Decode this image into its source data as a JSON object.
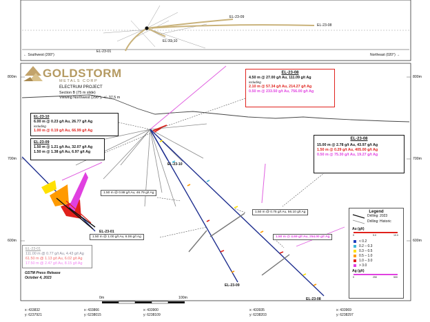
{
  "plan": {
    "hole_labels": [
      "EL-23-09",
      "EL-23-08",
      "EL-23-10",
      "EL-23-01"
    ],
    "southwest": "← Southwest (200°)",
    "northeast": "Northeast (020°) →"
  },
  "logo": {
    "name": "GOLDSTORM",
    "sub": "METALS CORP",
    "project": "ELECTRUM PROJECT",
    "section": "Section B (75 m slide)",
    "view": "Viewing Northwest (290°), +/- 37.5 m"
  },
  "elevations": [
    "800m",
    "700m",
    "600m",
    "800m",
    "700m",
    "600m"
  ],
  "boxes": {
    "el2308_top": {
      "title": "EL-23-08",
      "line1": "4.50 m @ 27.00 g/t Au, 111.09 g/t Ag",
      "including": "including",
      "line2": "2.10 m @ 57.34 g/t Au, 214.27 g/t Ag",
      "line3": "0.50 m @ 233.50 g/t Au, 756.00 g/t Ag"
    },
    "el2310": {
      "title": "EL-23-10",
      "line1": "6.00 m @ 0.23 g/t Au, 26.77 g/t Ag",
      "including": "including",
      "line2": "1.00 m @ 0.19 g/t Au, 66.99 g/t Ag"
    },
    "el2309": {
      "title": "EL-23-09",
      "line1": "1.50 m @ 1.21 g/t Au, 32.07 g/t Ag",
      "line2": "1.50 m @ 1.38 g/t Au, 6.97 g/t Ag"
    },
    "el2308_right": {
      "title": "EL-23-08",
      "line1": "15.00 m @ 2.78 g/t Au, 43.97 g/t Ag",
      "line2": "1.50 m @ 0.29 g/t Au, 405.00 g/t Ag",
      "line3": "0.50 m @ 75.30 g/t Au, 19.27 g/t Ag"
    },
    "el2301": {
      "title": "EL-23-01",
      "line1": "111.00 m @ 0.77 g/t Au, 4.43 g/t Ag",
      "line2": "61.50 m @ 1.13 g/t Au, 6.02 g/t Ag",
      "line3": "17.50 m @ 2.47 g/t Au, 8.15 g/t Ag",
      "press1": "GSTM Press Release",
      "press2": "October 4, 2023"
    }
  },
  "small_boxes": {
    "a": "1.50 m @ 0.88 g/t Au, 46.79 g/t Ag",
    "b": "1.50 m @ 0.75 g/t Au, 56.10 g/t Ag",
    "c": "1.50 m @ 1.00 g/t Au, 6.06 g/t Ag",
    "d": "1.50 m @ 4.69 g/t Au, 254.00 g/t Ag"
  },
  "section_labels": {
    "el2310": "EL-23-10",
    "el2301": "EL-23-01",
    "el2309": "EL-23-09",
    "el2308": "EL-23-08"
  },
  "scale": {
    "left": "0m",
    "right": "100m"
  },
  "legend": {
    "title": "Legend",
    "drill2023": "Drilling: 2023",
    "drillhist": "Drilling: Historic",
    "au_title": "Au (g/t)",
    "au_ticks": [
      "0",
      "5.0",
      "10.0"
    ],
    "ag_title": "Ag (g/t)",
    "ag_ticks": [
      "0",
      "250",
      "500"
    ],
    "classes": [
      {
        "label": "< 0.2",
        "color": "#1f3fbf"
      },
      {
        "label": "0.2 – 0.3",
        "color": "#3fb8d8"
      },
      {
        "label": "0.3 – 0.5",
        "color": "#ffe000"
      },
      {
        "label": "0.5 – 1.0",
        "color": "#ff9a00"
      },
      {
        "label": "1.0 – 3.0",
        "color": "#e0201b"
      },
      {
        "label": "> 3.0",
        "color": "#e040e0"
      }
    ]
  },
  "coords": [
    {
      "x": "x: 433832",
      "y": "y: 6237921"
    },
    {
      "x": "x: 433866",
      "y": "y: 6238015"
    },
    {
      "x": "x: 433900",
      "y": "y: 6238109"
    },
    {
      "x": "x: 433935",
      "y": "y: 6238203"
    },
    {
      "x": "x: 433969",
      "y": "y: 6238297"
    }
  ]
}
